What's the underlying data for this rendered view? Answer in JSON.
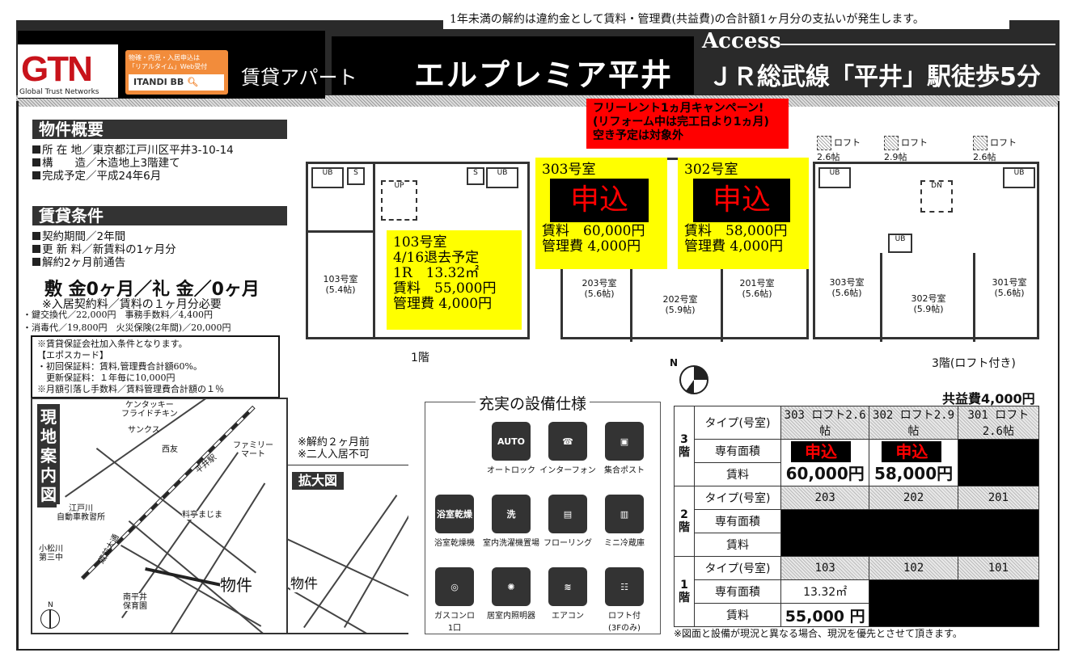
{
  "top_notice": "1年未満の解約は違約金として賃料・管理費(共益費)の合計額1ヶ月分の支払いが発生します。",
  "header": {
    "logo_text": "GTN",
    "logo_sub": "Global Trust Networks",
    "itandi_line1": "物確・内見・入居申込は",
    "itandi_line2": "「リアルタイム」Web受付",
    "itandi_brand": "ITANDI BB",
    "type": "賃貸アパート",
    "title": "エルプレミア平井",
    "access_label": "Access",
    "access_text": "ＪＲ総武線「平井」駅徒歩5分"
  },
  "overview": {
    "heading": "物件概要",
    "items": [
      "所 在 地／東京都江戸川区平井3-10-14",
      "構　　造／木造地上3階建て",
      "完成予定／平成24年6月"
    ]
  },
  "terms": {
    "heading": "賃貸条件",
    "items": [
      "契約期間／2年間",
      "更 新 料／新賃料の1ヶ月分",
      "解約2ヶ月前通告"
    ],
    "deposit": "敷 金0ヶ月／礼 金／0ヶ月",
    "contract_fee": "※入居契約料／賃料の１ヶ月分必要",
    "fees": [
      "・鍵交換代／22,000円　事務手数料／4,400円",
      "・消毒代／19,800円　火災保険(2年間)／20,000円"
    ],
    "guarantee": [
      "※賃貸保証会社加入条件となります。",
      "【エポスカード】",
      "・初回保証料：賃料,管理費合計額60%。",
      "　更新保証料：１年毎に10,000円",
      "※月額引落し手数料／賃料管理費合計額の１％"
    ]
  },
  "campaign": [
    "フリーレント1ヵ月キャンペーン!",
    "(リフォーム中は完工日より1ヵ月)",
    "空き予定は対象外"
  ],
  "units": {
    "u103": {
      "room": "103号室",
      "status": "4/16退去予定",
      "size": "1R　13.32㎡",
      "rent": "賃料　55,000円",
      "mgmt": "管理費 4,000円"
    },
    "u303": {
      "room": "303号室",
      "rent": "賃料　60,000円",
      "mgmt": "管理費 4,000円",
      "applied": "申込"
    },
    "u302": {
      "room": "302号室",
      "rent": "賃料　58,000円",
      "mgmt": "管理費 4,000円",
      "applied": "申込"
    }
  },
  "plans": {
    "f1": {
      "label": "1階",
      "rooms": [
        "103号室\n(5.4帖)"
      ]
    },
    "f2": {
      "rooms": [
        "203号室\n(5.6帖)",
        "202号室\n(5.9帖)",
        "201号室\n(5.6帖)"
      ]
    },
    "f3": {
      "label": "3階(ロフト付き)",
      "rooms": [
        "303号室\n(5.6帖)",
        "302号室\n(5.9帖)",
        "301号室\n(5.6帖)"
      ],
      "lofts": [
        "ロフト\n2.6帖",
        "ロフト\n2.9帖",
        "ロフト\n2.6帖"
      ]
    },
    "ub": "UB",
    "s": "S",
    "up": "UP",
    "dn": "DN"
  },
  "map": {
    "title": "現地案内図",
    "zoom_title": "拡大図",
    "property": "物件",
    "north": "N",
    "labels": [
      "ケンタッキー\nフライドチキン",
      "サンクス",
      "西友",
      "ファミリー\nマート",
      "平井駅",
      "江戸川\n自動車教習所",
      "小松川\n第三中",
      "料亭まじま",
      "南平井\n保育園",
      "蔵前大通"
    ],
    "notes": [
      "※解約２ヶ月前",
      "※二人入居不可"
    ]
  },
  "equipment": {
    "title": "充実の設備仕様",
    "items": [
      {
        "label": "オートロック",
        "icon": "AUTO"
      },
      {
        "label": "インターフォン",
        "icon": "☎"
      },
      {
        "label": "集合ポスト",
        "icon": "▣"
      },
      {
        "label": "浴室乾燥機",
        "icon": "浴室乾燥"
      },
      {
        "label": "室内洗濯機置場",
        "icon": "洗"
      },
      {
        "label": "フローリング",
        "icon": "▤"
      },
      {
        "label": "ミニ冷蔵庫",
        "icon": "▥"
      },
      {
        "label": "ガスコンロ\n1口",
        "icon": "◎"
      },
      {
        "label": "居室内照明器",
        "icon": "✺"
      },
      {
        "label": "エアコン",
        "icon": "≋"
      },
      {
        "label": "ロフト付\n(3Fのみ)",
        "icon": "☷"
      }
    ]
  },
  "table": {
    "common_fee": "共益費4,000円",
    "type_label": "タイプ(号室)",
    "area_label": "専有面積",
    "rent_label": "賃料",
    "floors": [
      {
        "floor": "3\n階",
        "types": [
          "303 ロフト2.6帖",
          "302 ロフト2.9帖",
          "301 ロフト2.6帖"
        ],
        "area": [
          "申込",
          "申込",
          ""
        ],
        "rent": [
          "60,000円",
          "58,000円",
          ""
        ]
      },
      {
        "floor": "2\n階",
        "types": [
          "203",
          "202",
          "201"
        ]
      },
      {
        "floor": "1\n階",
        "types": [
          "103",
          "102",
          "101"
        ],
        "area": [
          "13.32㎡"
        ],
        "rent": [
          "55,000 円"
        ]
      }
    ],
    "footnote": "※図面と設備が現況と異なる場合、現況を優先とさせて頂きます。"
  }
}
